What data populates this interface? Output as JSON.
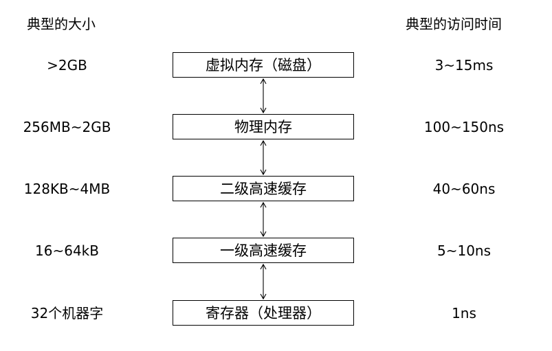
{
  "headers": {
    "size": "典型的大小",
    "time": "典型的访问时间"
  },
  "levels": [
    {
      "name": "虚拟内存（磁盘）",
      "size": ">2GB",
      "time": "3~15ms"
    },
    {
      "name": "物理内存",
      "size": "256MB~2GB",
      "time": "100~150ns"
    },
    {
      "name": "二级高速缓存",
      "size": "128KB~4MB",
      "time": "40~60ns"
    },
    {
      "name": "一级高速缓存",
      "size": "16~64kB",
      "time": "5~10ns"
    },
    {
      "name": "寄存器（处理器）",
      "size": "32个机器字",
      "time": "1ns"
    }
  ]
}
